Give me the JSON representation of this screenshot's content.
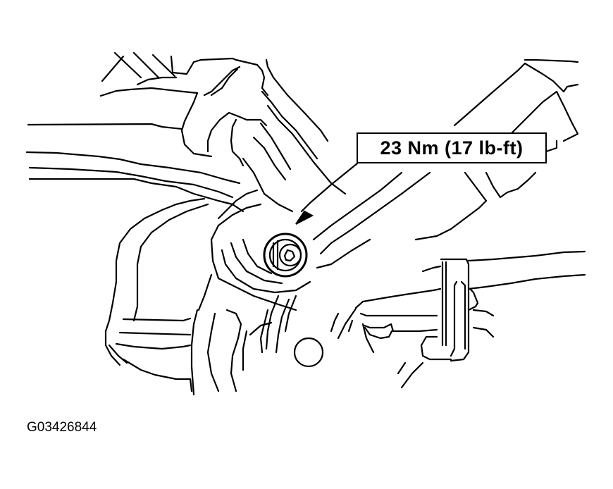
{
  "figure": {
    "type": "technical line illustration",
    "subject": "suspension bracket bolt torque",
    "callout": {
      "label": "23 Nm (17 lb-ft)",
      "value_metric": 23,
      "unit_metric": "Nm",
      "value_imperial": 17,
      "unit_imperial": "lb-ft"
    },
    "figure_id": "G03426844",
    "colors": {
      "line": "#000000",
      "background": "#ffffff"
    }
  }
}
